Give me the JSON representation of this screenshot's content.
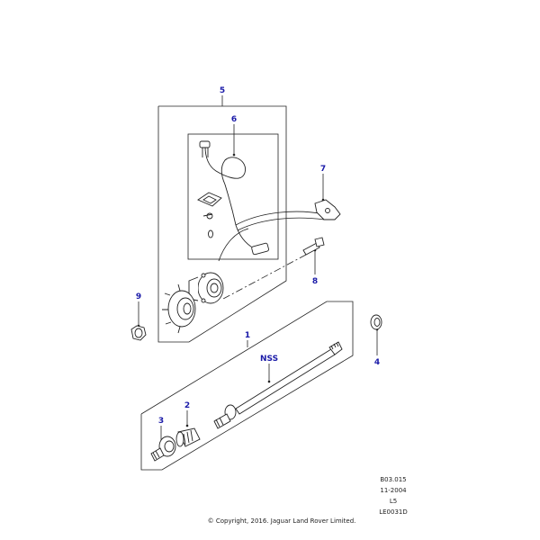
{
  "callouts": {
    "c1": "1",
    "c2": "2",
    "c3": "3",
    "c4": "4",
    "c5": "5",
    "c6": "6",
    "c7": "7",
    "c8": "8",
    "c9": "9",
    "nss": "NSS"
  },
  "meta": {
    "ref": "B03.015",
    "date": "11-2004",
    "model": "L5",
    "code": "LE0031D"
  },
  "copyright": "© Copyright, 2016. Jaguar Land Rover Limited.",
  "colors": {
    "callout": "#1a1aa8",
    "line": "#222222"
  }
}
